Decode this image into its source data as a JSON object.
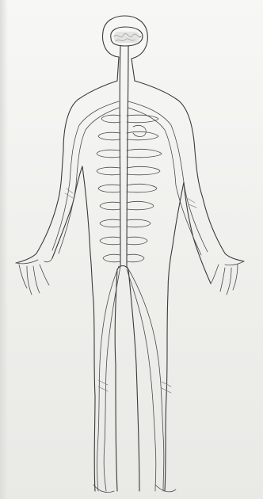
{
  "drawing": {
    "subject": "human-nervous-system-sketch",
    "medium": "pencil-and-ink-on-paper",
    "colors": {
      "paper": "#f3f3f1",
      "ink": "#3a3a3a",
      "pencil": "#8a8a8a"
    },
    "structures": [
      "brain",
      "spinal-cord",
      "spinal-nerves",
      "arm-nerves",
      "leg-nerves"
    ]
  }
}
